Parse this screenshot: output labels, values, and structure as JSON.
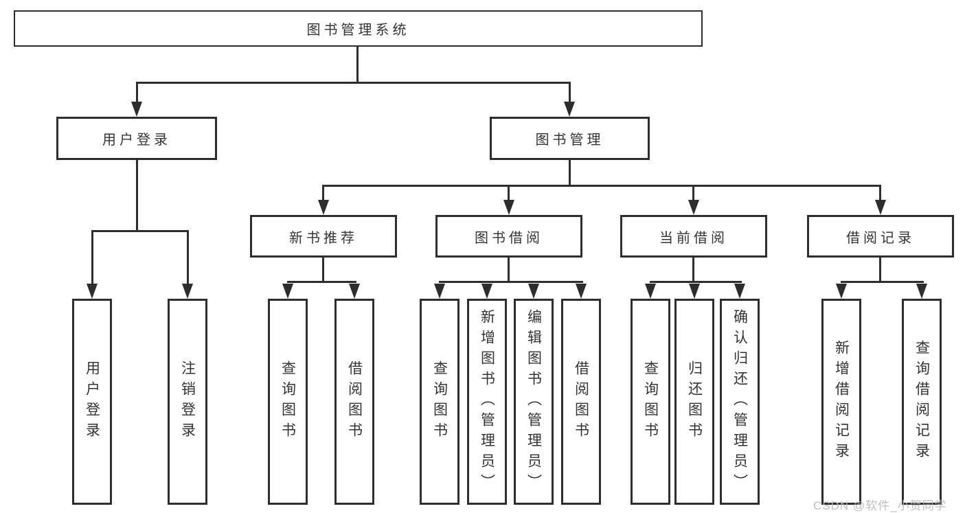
{
  "tree": {
    "root": {
      "label": "图书管理系统",
      "children": [
        {
          "label": "用户登录",
          "children": [
            {
              "label": "用户登录"
            },
            {
              "label": "注销登录"
            }
          ]
        },
        {
          "label": "图书管理",
          "children": [
            {
              "label": "新书推荐",
              "children": [
                {
                  "label": "查询图书"
                },
                {
                  "label": "借阅图书"
                }
              ]
            },
            {
              "label": "图书借阅",
              "children": [
                {
                  "label": "查询图书"
                },
                {
                  "label": "新增图书（管理员）"
                },
                {
                  "label": "编辑图书（管理员）"
                },
                {
                  "label": "借阅图书"
                }
              ]
            },
            {
              "label": "当前借阅",
              "children": [
                {
                  "label": "查询图书"
                },
                {
                  "label": "归还图书"
                },
                {
                  "label": "确认归还（管理员）"
                }
              ]
            },
            {
              "label": "借阅记录",
              "children": [
                {
                  "label": "新增借阅记录"
                },
                {
                  "label": "查询借阅记录"
                }
              ]
            }
          ]
        }
      ]
    }
  },
  "watermark": "CSDN @软件_小贺同学",
  "colors": {
    "line": "#2d2d2d",
    "text": "#333333",
    "background": "#ffffff",
    "watermark": "#b8b8b8"
  }
}
